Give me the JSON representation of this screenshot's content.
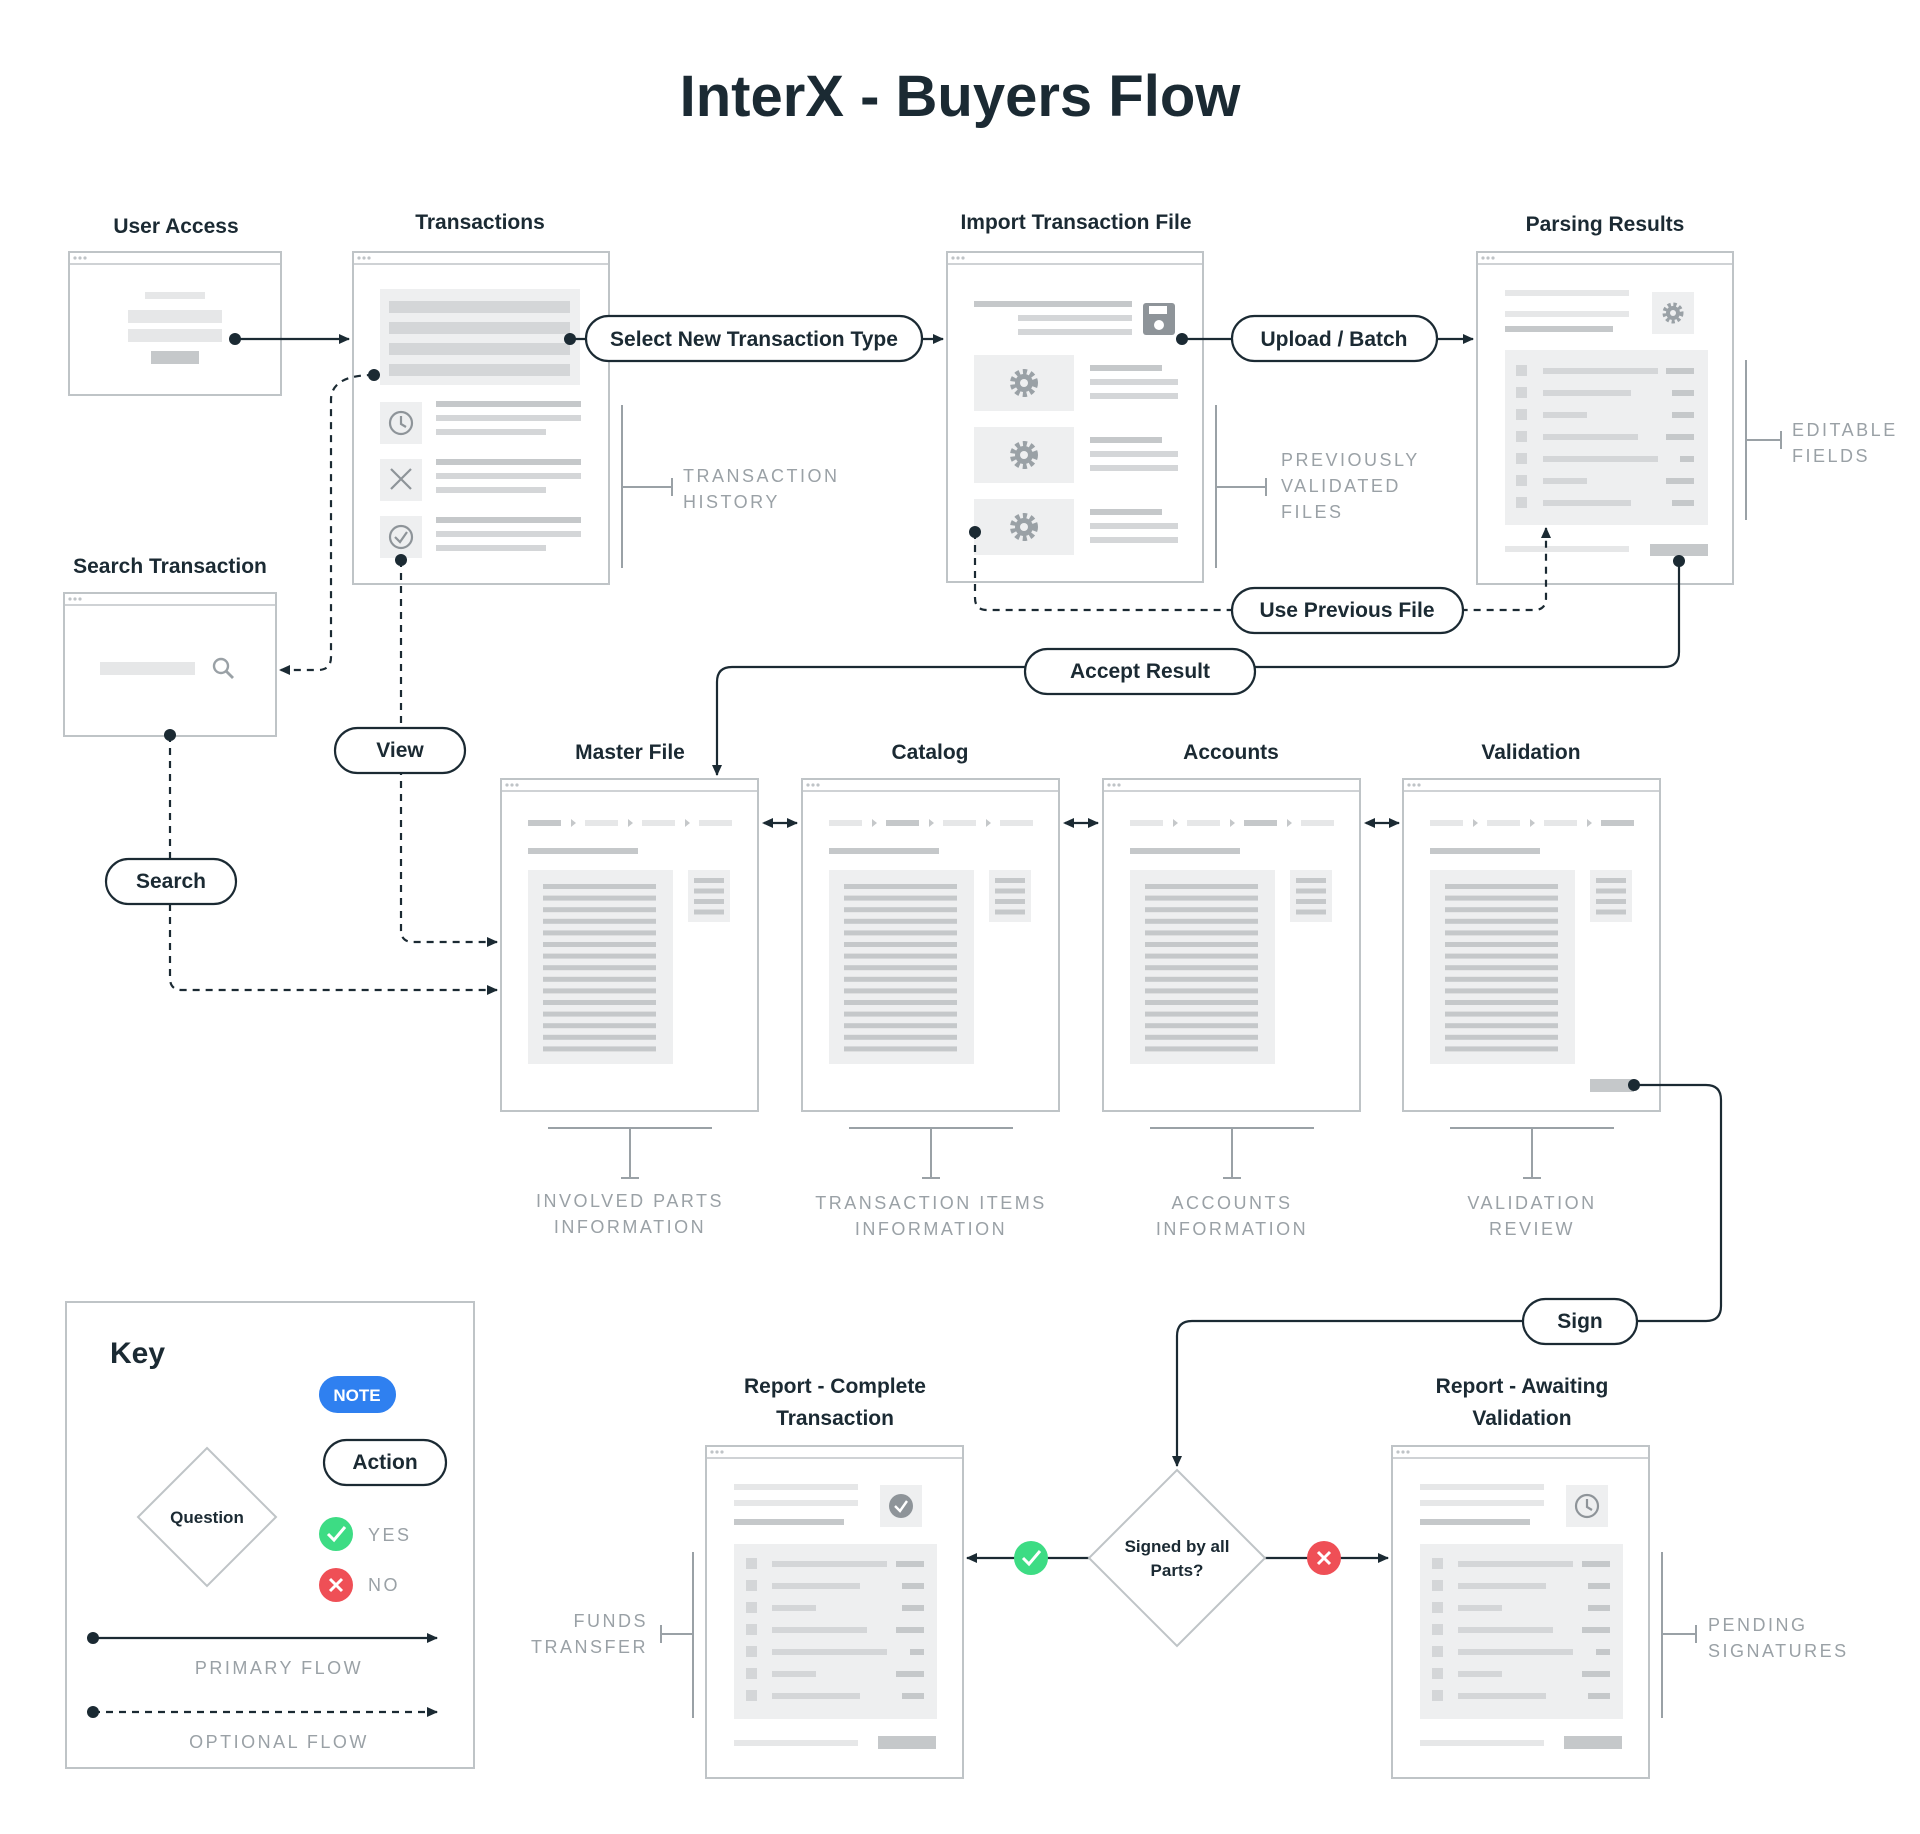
{
  "title": "InterX - Buyers Flow",
  "screens": {
    "user_access": "User Access",
    "transactions": "Transactions",
    "import_file": "Import Transaction File",
    "parsing_results": "Parsing Results",
    "search_transaction": "Search Transaction",
    "master_file": "Master File",
    "catalog": "Catalog",
    "accounts": "Accounts",
    "validation": "Validation",
    "report_complete_1": "Report - Complete",
    "report_complete_2": "Transaction",
    "report_awaiting_1": "Report - Awaiting",
    "report_awaiting_2": "Validation"
  },
  "actions": {
    "select_new_type": "Select New Transaction Type",
    "upload_batch": "Upload / Batch",
    "use_previous_file": "Use Previous File",
    "accept_result": "Accept Result",
    "view": "View",
    "search": "Search",
    "sign": "Sign"
  },
  "notes": {
    "transaction_history": [
      "TRANSACTION",
      "HISTORY"
    ],
    "previously_validated_files": [
      "PREVIOUSLY",
      "VALIDATED",
      "FILES"
    ],
    "editable_fields": [
      "EDITABLE",
      "FIELDS"
    ],
    "involved_parts": [
      "INVOLVED PARTS",
      "INFORMATION"
    ],
    "transaction_items": [
      "TRANSACTION ITEMS",
      "INFORMATION"
    ],
    "accounts_info": [
      "ACCOUNTS",
      "INFORMATION"
    ],
    "validation_review": [
      "VALIDATION",
      "REVIEW"
    ],
    "funds_transfer": [
      "FUNDS",
      "TRANSFER"
    ],
    "pending_signatures": [
      "PENDING",
      "SIGNATURES"
    ]
  },
  "question": [
    "Signed by all",
    "Parts?"
  ],
  "key": {
    "title": "Key",
    "note_label": "NOTE",
    "action_label": "Action",
    "question_label": "Question",
    "yes_label": "YES",
    "no_label": "NO",
    "primary_flow": "PRIMARY FLOW",
    "optional_flow": "OPTIONAL FLOW"
  },
  "colors": {
    "ink": "#1b2a33",
    "note_badge": "#2f80f0",
    "yes": "#3ddc84",
    "no": "#ef4f56",
    "note_text": "#9aa1a6",
    "frame": "#bfc4c7"
  },
  "icons": [
    "clock-icon",
    "close-icon",
    "check-circle-icon",
    "save-icon",
    "gear-icon",
    "search-icon",
    "checkmark-icon"
  ]
}
